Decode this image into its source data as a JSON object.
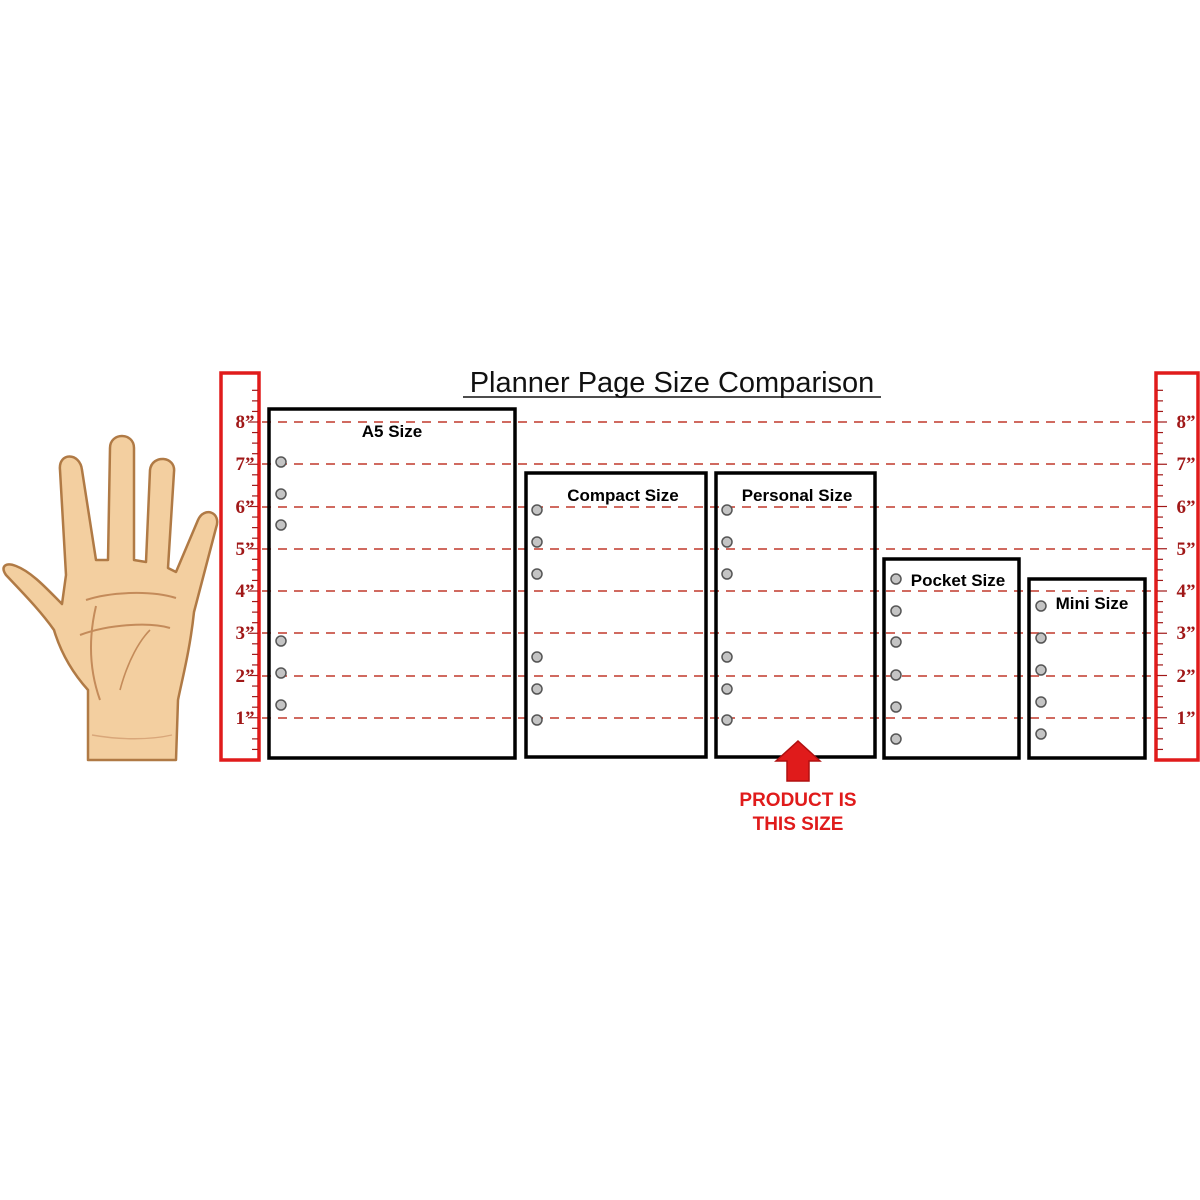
{
  "title": "Planner Page Size Comparison",
  "ruler_labels": [
    "8”",
    "7”",
    "6”",
    "5”",
    "4”",
    "3”",
    "2”",
    "1”"
  ],
  "pages": [
    {
      "id": "a5",
      "label": "A5 Size"
    },
    {
      "id": "compact",
      "label": "Compact Size"
    },
    {
      "id": "personal",
      "label": "Personal Size"
    },
    {
      "id": "pocket",
      "label": "Pocket Size"
    },
    {
      "id": "mini",
      "label": "Mini Size"
    }
  ],
  "callout": {
    "line1": "PRODUCT IS",
    "line2": "THIS SIZE"
  },
  "colors": {
    "ruler": "#e01b1b",
    "guide": "#c0392b",
    "label": "#a01818",
    "arrow": "#e01b1b",
    "skin": "#f3cfa0",
    "skin_outline": "#b07a45"
  },
  "icons": {
    "hand": "open-palm-hand-icon",
    "arrow": "arrow-up-icon"
  }
}
